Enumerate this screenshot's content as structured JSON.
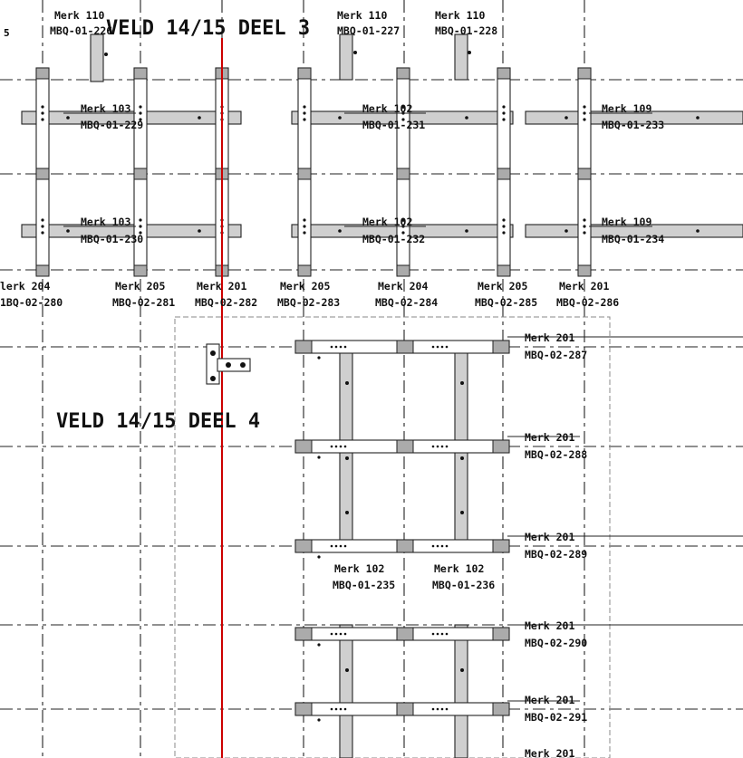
{
  "drawing": {
    "title_upper": "VELD 14/15 DEEL 3",
    "title_lower": "VELD 14/15 DEEL 4",
    "edge_fragment": "5",
    "top_markers": [
      {
        "merk": "Merk 110",
        "code": "MBQ-01-226"
      },
      {
        "merk": "Merk 110",
        "code": "MBQ-01-227"
      },
      {
        "merk": "Merk 110",
        "code": "MBQ-01-228"
      }
    ],
    "deel3_tags": [
      {
        "merk": "Merk 103",
        "code": "MBQ-01-229"
      },
      {
        "merk": "Merk 102",
        "code": "MBQ-01-231"
      },
      {
        "merk": "Merk 109",
        "code": "MBQ-01-233"
      },
      {
        "merk": "Merk 103",
        "code": "MBQ-01-230"
      },
      {
        "merk": "Merk 102",
        "code": "MBQ-01-232"
      },
      {
        "merk": "Merk 109",
        "code": "MBQ-01-234"
      }
    ],
    "axis_tags": [
      {
        "merk": "lerk 204",
        "code": "1BQ-02-280"
      },
      {
        "merk": "Merk 205",
        "code": "MBQ-02-281"
      },
      {
        "merk": "Merk 201",
        "code": "MBQ-02-282"
      },
      {
        "merk": "Merk 205",
        "code": "MBQ-02-283"
      },
      {
        "merk": "Merk 204",
        "code": "MBQ-02-284"
      },
      {
        "merk": "Merk 205",
        "code": "MBQ-02-285"
      },
      {
        "merk": "Merk 201",
        "code": "MBQ-02-286"
      }
    ],
    "right_tags": [
      {
        "merk": "Merk 201",
        "code": "MBQ-02-287"
      },
      {
        "merk": "Merk 201",
        "code": "MBQ-02-288"
      },
      {
        "merk": "Merk 201",
        "code": "MBQ-02-289"
      },
      {
        "merk": "Merk 201",
        "code": "MBQ-02-290"
      },
      {
        "merk": "Merk 201",
        "code": "MBQ-02-291"
      },
      {
        "merk": "Merk 201",
        "code": ""
      }
    ],
    "deel4_tags": [
      {
        "merk": "Merk 102",
        "code": "MBQ-01-235"
      },
      {
        "merk": "Merk 102",
        "code": "MBQ-01-236"
      }
    ]
  }
}
